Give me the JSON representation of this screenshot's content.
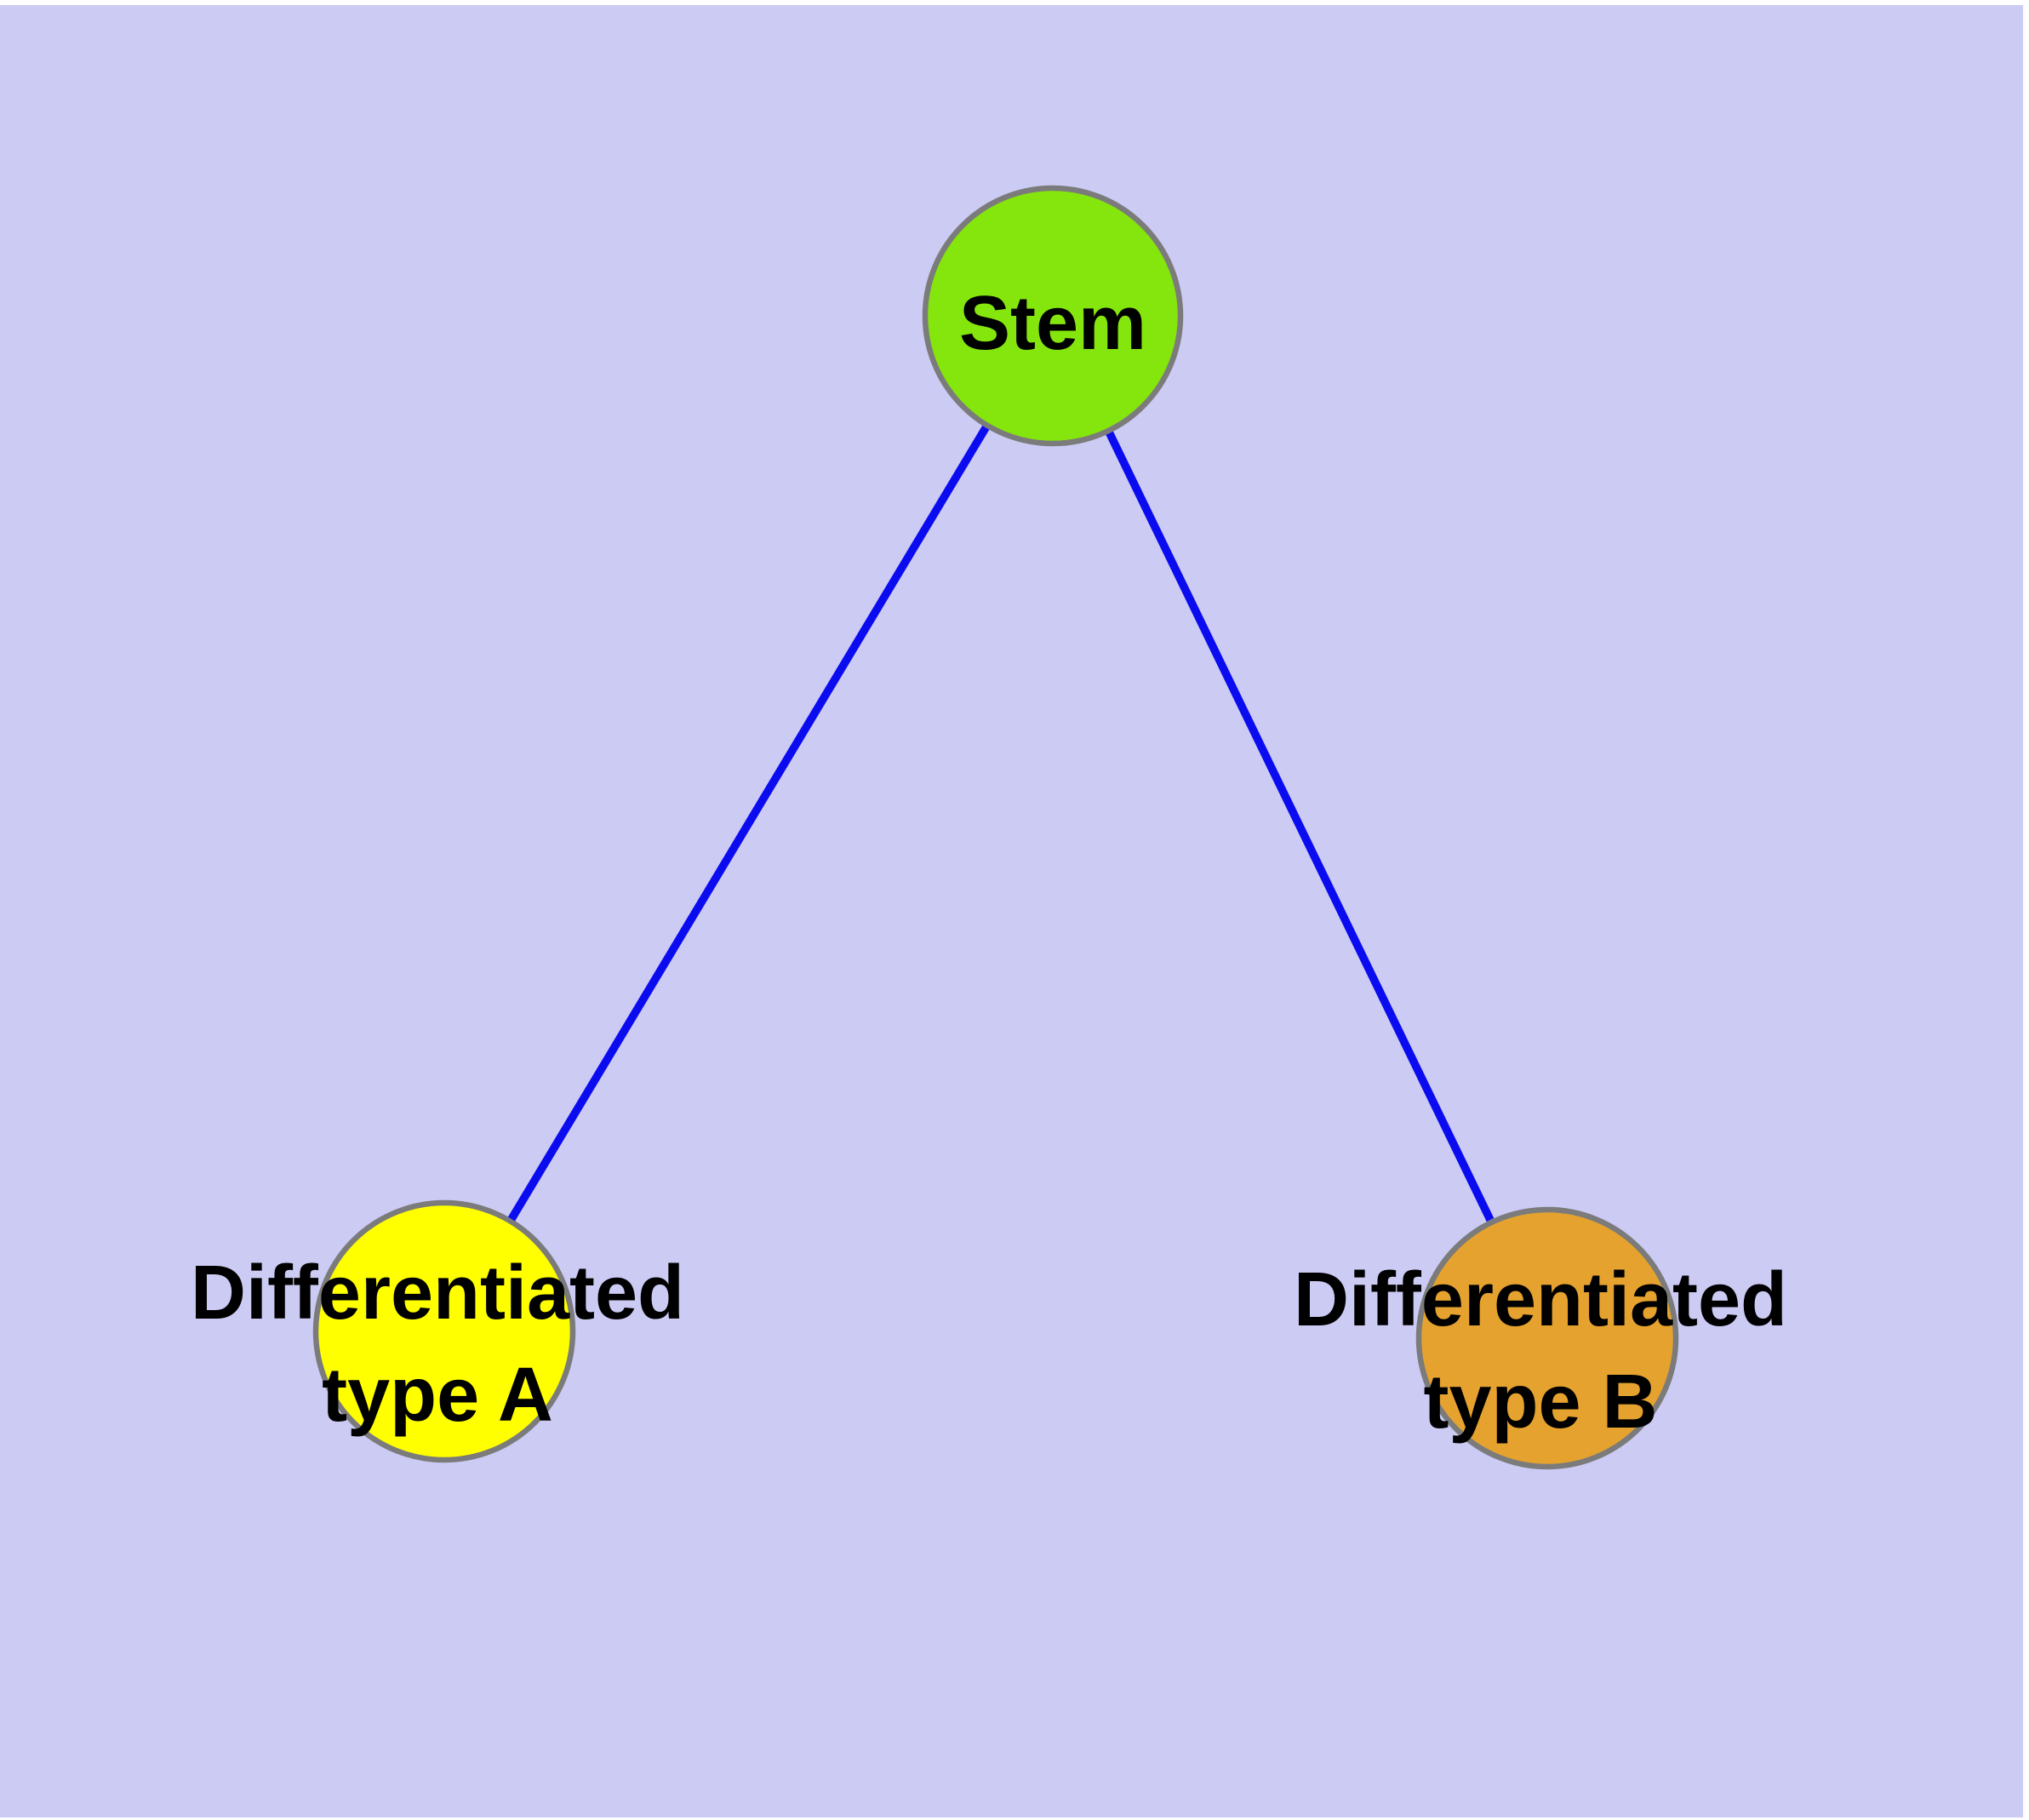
{
  "diagram": {
    "type": "node-link-graph",
    "background_color": "#cbcbf4",
    "page_margin_color": "#ffffff",
    "edge_color": "#0b0bf0",
    "node_border_color": "#7b7b7b",
    "label_color": "#000000",
    "nodes": [
      {
        "id": "stem",
        "label": "Stem",
        "fill": "#84e60c"
      },
      {
        "id": "differentiated-type-a",
        "label_line1": "Differentiated",
        "label_line2": "type A",
        "fill": "#ffff00"
      },
      {
        "id": "differentiated-type-b",
        "label_line1": "Differentiated",
        "label_line2": "type B",
        "fill": "#e5a22e"
      }
    ],
    "edges": [
      {
        "from": "stem",
        "to": "differentiated-type-a"
      },
      {
        "from": "stem",
        "to": "differentiated-type-b"
      }
    ]
  }
}
